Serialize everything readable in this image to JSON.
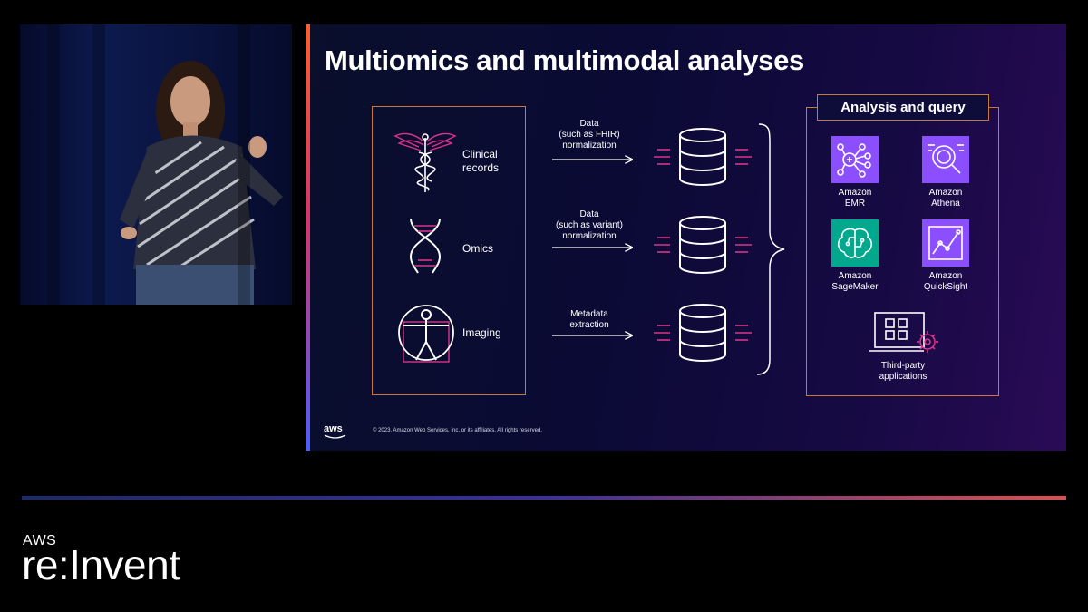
{
  "slide": {
    "title": "Multiomics and multimodal analyses",
    "sources": [
      {
        "label": "Clinical\nrecords",
        "arrow_text": "Data\n(such as FHIR)\nnormalization"
      },
      {
        "label": "Omics",
        "arrow_text": "Data\n(such as variant)\nnormalization"
      },
      {
        "label": "Imaging",
        "arrow_text": "Metadata\nextraction"
      }
    ],
    "analysis_header": "Analysis and query",
    "services": [
      {
        "label": "Amazon\nEMR",
        "color": "#8c4fff"
      },
      {
        "label": "Amazon\nAthena",
        "color": "#8c4fff"
      },
      {
        "label": "Amazon\nSageMaker",
        "color": "#01a88d"
      },
      {
        "label": "Amazon\nQuickSight",
        "color": "#8c4fff"
      }
    ],
    "third_party": "Third-party\napplications",
    "footer_logo": "aws",
    "copyright": "© 2023, Amazon Web Services, Inc. or its affiliates. All rights reserved."
  },
  "branding": {
    "top": "AWS",
    "bottom": "re:Invent"
  },
  "colors": {
    "box_border": "#c77a3a",
    "accent_pink": "#d8348a"
  }
}
